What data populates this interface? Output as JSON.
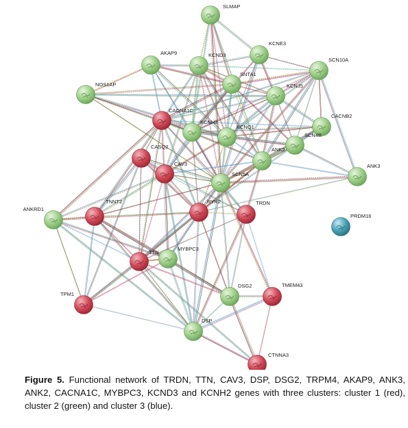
{
  "colors": {
    "cluster1_red": "#d24b5a",
    "cluster2_green": "#9ecf8a",
    "cluster3_blue": "#4aa3b8",
    "edge_colors": [
      "#2f2f2f",
      "#7a9a3a",
      "#c8c24a",
      "#a64aa6",
      "#4a7ad2",
      "#d24a4a",
      "#58b0c8"
    ]
  },
  "nodes": [
    {
      "id": "SLMAP",
      "label": "SLMAP",
      "cluster": 2
    },
    {
      "id": "KCNE3",
      "label": "KCNE3",
      "cluster": 2
    },
    {
      "id": "AKAP9",
      "label": "AKAP9",
      "cluster": 2
    },
    {
      "id": "KCND3",
      "label": "KCND3",
      "cluster": 2
    },
    {
      "id": "SCN10A",
      "label": "SCN10A",
      "cluster": 2
    },
    {
      "id": "NOS1AP",
      "label": "NOS1AP",
      "cluster": 2
    },
    {
      "id": "SNTA1",
      "label": "SNTA1",
      "cluster": 2
    },
    {
      "id": "KCNJ5",
      "label": "KCNJ5",
      "cluster": 2
    },
    {
      "id": "CACNA1C",
      "label": "CACNA1C",
      "cluster": 1
    },
    {
      "id": "KCNH2",
      "label": "KCNH2",
      "cluster": 2
    },
    {
      "id": "KCNQ1",
      "label": "KCNQ1",
      "cluster": 2
    },
    {
      "id": "CACNB2",
      "label": "CACNB2",
      "cluster": 2
    },
    {
      "id": "SCN4B",
      "label": "SCN4B",
      "cluster": 2
    },
    {
      "id": "CASQ2",
      "label": "CASQ2",
      "cluster": 1
    },
    {
      "id": "ANK2",
      "label": "ANK2",
      "cluster": 2
    },
    {
      "id": "CAV3",
      "label": "CAV3",
      "cluster": 1
    },
    {
      "id": "ANK3",
      "label": "ANK3",
      "cluster": 2
    },
    {
      "id": "SCN5A",
      "label": "SCN5A",
      "cluster": 2
    },
    {
      "id": "PRDM16",
      "label": "PRDM16",
      "cluster": 3
    },
    {
      "id": "ANKRD1",
      "label": "ANKRD1",
      "cluster": 2
    },
    {
      "id": "TNNT2",
      "label": "TNNT2",
      "cluster": 1
    },
    {
      "id": "RYR2",
      "label": "RYR2",
      "cluster": 1
    },
    {
      "id": "TRDN",
      "label": "TRDN",
      "cluster": 1
    },
    {
      "id": "TTN",
      "label": "TTN",
      "cluster": 1
    },
    {
      "id": "MYBPC3",
      "label": "MYBPC3",
      "cluster": 2
    },
    {
      "id": "DSG2",
      "label": "DSG2",
      "cluster": 2
    },
    {
      "id": "TMEM43",
      "label": "TMEM43",
      "cluster": 1
    },
    {
      "id": "TPM1",
      "label": "TPM1",
      "cluster": 1
    },
    {
      "id": "DSP",
      "label": "DSP",
      "cluster": 2
    },
    {
      "id": "CTNNA3",
      "label": "CTNNA3",
      "cluster": 1
    }
  ],
  "edges": [
    [
      "SLMAP",
      "KCND3"
    ],
    [
      "SLMAP",
      "SNTA1"
    ],
    [
      "SLMAP",
      "KCNE3"
    ],
    [
      "SLMAP",
      "KCNQ1"
    ],
    [
      "SLMAP",
      "KCNH2"
    ],
    [
      "SLMAP",
      "SCN5A"
    ],
    [
      "SLMAP",
      "ANK2"
    ],
    [
      "KCNE3",
      "KCND3"
    ],
    [
      "KCNE3",
      "KCNJ5"
    ],
    [
      "KCNE3",
      "KCNQ1"
    ],
    [
      "KCNE3",
      "KCNH2"
    ],
    [
      "KCNE3",
      "SCN5A"
    ],
    [
      "KCNE3",
      "SCN10A"
    ],
    [
      "AKAP9",
      "KCND3"
    ],
    [
      "AKAP9",
      "KCNQ1"
    ],
    [
      "AKAP9",
      "KCNH2"
    ],
    [
      "AKAP9",
      "CACNA1C"
    ],
    [
      "AKAP9",
      "SNTA1"
    ],
    [
      "AKAP9",
      "SCN5A"
    ],
    [
      "AKAP9",
      "NOS1AP"
    ],
    [
      "KCND3",
      "SNTA1"
    ],
    [
      "KCND3",
      "KCNJ5"
    ],
    [
      "KCND3",
      "KCNQ1"
    ],
    [
      "KCND3",
      "KCNH2"
    ],
    [
      "KCND3",
      "SCN5A"
    ],
    [
      "KCND3",
      "CACNA1C"
    ],
    [
      "KCND3",
      "ANK2"
    ],
    [
      "KCND3",
      "SCN10A"
    ],
    [
      "KCND3",
      "CAV3"
    ],
    [
      "SCN10A",
      "SCN5A"
    ],
    [
      "SCN10A",
      "SCN4B"
    ],
    [
      "SCN10A",
      "KCNJ5"
    ],
    [
      "SCN10A",
      "ANK3"
    ],
    [
      "SCN10A",
      "CACNB2"
    ],
    [
      "SCN10A",
      "KCNQ1"
    ],
    [
      "SCN10A",
      "ANK2"
    ],
    [
      "SCN10A",
      "KCNH2"
    ],
    [
      "SCN10A",
      "CACNA1C"
    ],
    [
      "SCN10A",
      "SNTA1"
    ],
    [
      "NOS1AP",
      "CACNA1C"
    ],
    [
      "NOS1AP",
      "KCNH2"
    ],
    [
      "NOS1AP",
      "KCNQ1"
    ],
    [
      "NOS1AP",
      "SCN5A"
    ],
    [
      "NOS1AP",
      "SNTA1"
    ],
    [
      "NOS1AP",
      "KCNJ5"
    ],
    [
      "SNTA1",
      "KCNJ5"
    ],
    [
      "SNTA1",
      "KCNQ1"
    ],
    [
      "SNTA1",
      "KCNH2"
    ],
    [
      "SNTA1",
      "SCN5A"
    ],
    [
      "SNTA1",
      "CAV3"
    ],
    [
      "SNTA1",
      "CACNA1C"
    ],
    [
      "SNTA1",
      "ANK2"
    ],
    [
      "SNTA1",
      "SCN4B"
    ],
    [
      "KCNJ5",
      "KCNQ1"
    ],
    [
      "KCNJ5",
      "KCNH2"
    ],
    [
      "KCNJ5",
      "SCN5A"
    ],
    [
      "KCNJ5",
      "CACNB2"
    ],
    [
      "KCNJ5",
      "SCN4B"
    ],
    [
      "KCNJ5",
      "CACNA1C"
    ],
    [
      "KCNJ5",
      "ANK2"
    ],
    [
      "CACNA1C",
      "CACNB2"
    ],
    [
      "CACNA1C",
      "KCNH2"
    ],
    [
      "CACNA1C",
      "KCNQ1"
    ],
    [
      "CACNA1C",
      "CASQ2"
    ],
    [
      "CACNA1C",
      "CAV3"
    ],
    [
      "CACNA1C",
      "RYR2"
    ],
    [
      "CACNA1C",
      "SCN5A"
    ],
    [
      "CACNA1C",
      "ANK2"
    ],
    [
      "CACNA1C",
      "TNNT2"
    ],
    [
      "CACNA1C",
      "TRDN"
    ],
    [
      "CACNA1C",
      "TTN"
    ],
    [
      "CACNA1C",
      "ANKRD1"
    ],
    [
      "KCNH2",
      "KCNQ1"
    ],
    [
      "KCNH2",
      "SCN5A"
    ],
    [
      "KCNH2",
      "CAV3"
    ],
    [
      "KCNH2",
      "ANK2"
    ],
    [
      "KCNH2",
      "CACNB2"
    ],
    [
      "KCNH2",
      "SCN4B"
    ],
    [
      "KCNH2",
      "RYR2"
    ],
    [
      "KCNQ1",
      "SCN5A"
    ],
    [
      "KCNQ1",
      "CAV3"
    ],
    [
      "KCNQ1",
      "ANK2"
    ],
    [
      "KCNQ1",
      "CACNB2"
    ],
    [
      "KCNQ1",
      "SCN4B"
    ],
    [
      "KCNQ1",
      "RYR2"
    ],
    [
      "CACNB2",
      "SCN5A"
    ],
    [
      "CACNB2",
      "ANK2"
    ],
    [
      "CACNB2",
      "SCN4B"
    ],
    [
      "CACNB2",
      "RYR2"
    ],
    [
      "SCN4B",
      "SCN5A"
    ],
    [
      "SCN4B",
      "ANK2"
    ],
    [
      "SCN4B",
      "ANK3"
    ],
    [
      "CASQ2",
      "RYR2"
    ],
    [
      "CASQ2",
      "TRDN"
    ],
    [
      "CASQ2",
      "CAV3"
    ],
    [
      "CASQ2",
      "TNNT2"
    ],
    [
      "CASQ2",
      "TTN"
    ],
    [
      "CASQ2",
      "TPM1"
    ],
    [
      "CASQ2",
      "SCN5A"
    ],
    [
      "ANK2",
      "SCN5A"
    ],
    [
      "ANK2",
      "ANK3"
    ],
    [
      "ANK2",
      "RYR2"
    ],
    [
      "ANK2",
      "CAV3"
    ],
    [
      "ANK2",
      "TTN"
    ],
    [
      "ANK2",
      "TRDN"
    ],
    [
      "CAV3",
      "SCN5A"
    ],
    [
      "CAV3",
      "RYR2"
    ],
    [
      "CAV3",
      "TNNT2"
    ],
    [
      "CAV3",
      "TTN"
    ],
    [
      "CAV3",
      "DSP"
    ],
    [
      "CAV3",
      "MYBPC3"
    ],
    [
      "CAV3",
      "TRDN"
    ],
    [
      "CAV3",
      "ANKRD1"
    ],
    [
      "ANK3",
      "SCN5A"
    ],
    [
      "ANK3",
      "RYR2"
    ],
    [
      "SCN5A",
      "RYR2"
    ],
    [
      "SCN5A",
      "TTN"
    ],
    [
      "SCN5A",
      "TNNT2"
    ],
    [
      "SCN5A",
      "DSG2"
    ],
    [
      "SCN5A",
      "DSP"
    ],
    [
      "SCN5A",
      "MYBPC3"
    ],
    [
      "SCN5A",
      "TRDN"
    ],
    [
      "SCN5A",
      "TMEM43"
    ],
    [
      "ANKRD1",
      "TTN"
    ],
    [
      "ANKRD1",
      "TNNT2"
    ],
    [
      "ANKRD1",
      "MYBPC3"
    ],
    [
      "ANKRD1",
      "TPM1"
    ],
    [
      "ANKRD1",
      "RYR2"
    ],
    [
      "ANKRD1",
      "DSP"
    ],
    [
      "TNNT2",
      "TTN"
    ],
    [
      "TNNT2",
      "TPM1"
    ],
    [
      "TNNT2",
      "MYBPC3"
    ],
    [
      "TNNT2",
      "RYR2"
    ],
    [
      "TNNT2",
      "DSP"
    ],
    [
      "TNNT2",
      "DSG2"
    ],
    [
      "RYR2",
      "TRDN"
    ],
    [
      "RYR2",
      "TTN"
    ],
    [
      "RYR2",
      "MYBPC3"
    ],
    [
      "RYR2",
      "DSG2"
    ],
    [
      "RYR2",
      "DSP"
    ],
    [
      "RYR2",
      "TPM1"
    ],
    [
      "TRDN",
      "TTN"
    ],
    [
      "TRDN",
      "DSG2"
    ],
    [
      "TRDN",
      "DSP"
    ],
    [
      "TRDN",
      "TMEM43"
    ],
    [
      "TTN",
      "MYBPC3"
    ],
    [
      "TTN",
      "TPM1"
    ],
    [
      "TTN",
      "DSP"
    ],
    [
      "TTN",
      "DSG2"
    ],
    [
      "TTN",
      "CTNNA3"
    ],
    [
      "MYBPC3",
      "TPM1"
    ],
    [
      "MYBPC3",
      "DSP"
    ],
    [
      "MYBPC3",
      "DSG2"
    ],
    [
      "DSG2",
      "DSP"
    ],
    [
      "DSG2",
      "TMEM43"
    ],
    [
      "DSG2",
      "CTNNA3"
    ],
    [
      "DSP",
      "TPM1"
    ],
    [
      "DSP",
      "CTNNA3"
    ],
    [
      "DSP",
      "TMEM43"
    ],
    [
      "TMEM43",
      "CTNNA3"
    ]
  ],
  "caption": {
    "figure_label": "Figure 5.",
    "text": "  Functional network of TRDN, TTN, CAV3, DSP, DSG2, TRPM4, AKAP9, ANK3, ANK2, CACNA1C, MYBPC3, KCND3 and KCNH2 genes with three clusters: cluster 1 (red), cluster 2 (green) and cluster 3 (blue)."
  }
}
